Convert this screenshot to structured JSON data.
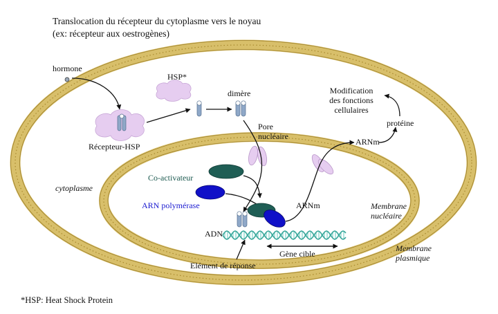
{
  "title": {
    "line1": "Translocation du récepteur du cytoplasme vers le noyau",
    "line2": "(ex: récepteur aux oestrogènes)"
  },
  "labels": {
    "hormone": "hormone",
    "hsp": "HSP*",
    "dimere": "dimère",
    "recepteur_hsp": "Récepteur-HSP",
    "pore_line1": "Pore",
    "pore_line2": "nucléaire",
    "modification_line1": "Modification",
    "modification_line2": "des fonctions",
    "modification_line3": "cellulaires",
    "proteine": "protéine",
    "arnm_cyto": "ARNm",
    "arnm_nucleus": "ARNm",
    "cytoplasme": "cytoplasme",
    "co_activateur": "Co-activateur",
    "arn_polymerase": "ARN polymérase",
    "membrane_nucleaire_line1": "Membrane",
    "membrane_nucleaire_line2": "nucléaire",
    "membrane_plasmique_line1": "Membrane",
    "membrane_plasmique_line2": "plasmique",
    "adn": "ADN",
    "gene_cible": "Gène cible",
    "element_reponse": "Elément de réponse",
    "footnote": "*HSP: Heat Shock Protein"
  },
  "colors": {
    "membrane": "#d8bf6a",
    "hsp_protein": "#e6cdf0",
    "receptor": "#8fa8c8",
    "co_activator": "#1f5e55",
    "arn_polymerase": "#1010c8",
    "arn_polymerase_text": "#1a1ad0",
    "co_activator_text": "#1d5a50",
    "dna": "#7fd0c8"
  }
}
